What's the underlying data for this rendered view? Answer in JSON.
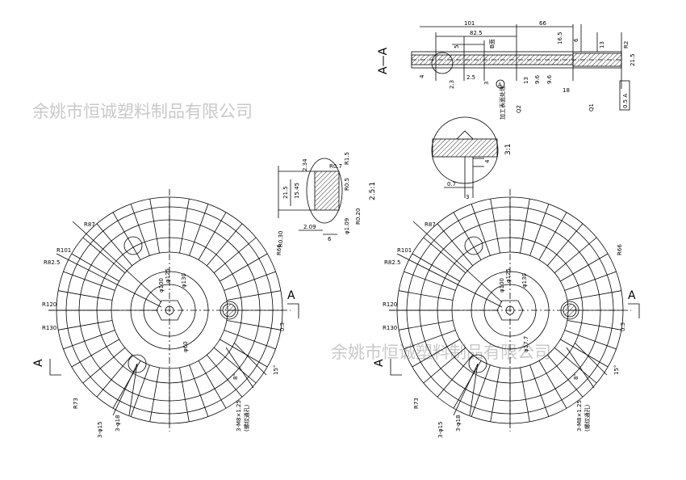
{
  "watermark": "余姚市恒诚塑料制品有限公司",
  "section": {
    "title": "A—A",
    "dims_top": [
      "101",
      "66",
      "82.5",
      "B面",
      "5",
      "16.5",
      "6",
      "13",
      "R2",
      "21.5"
    ],
    "dims_bottom": [
      "4",
      "2.3",
      "2.5",
      "3",
      "13",
      "9.6",
      "9.6",
      "18",
      "Q2",
      "Q1"
    ],
    "tolerance": "0.5 A",
    "datum_label": "A",
    "datum_note": "加工表面处理"
  },
  "detail_groove": {
    "scale": "3:1",
    "dims": [
      "4",
      "0.7",
      "3"
    ]
  },
  "detail_profile": {
    "scale": "2.5:1",
    "dims": [
      "R1.5",
      "R0.7",
      "2.34",
      "R0.5",
      "21.5",
      "15.45",
      "R0.20",
      "φ1.09",
      "R0.30",
      "2.09",
      "6"
    ]
  },
  "views": [
    {
      "radii": [
        "R87",
        "R101",
        "R82.5",
        "R120",
        "R130",
        "R66",
        "R73"
      ],
      "center_dims": [
        "φ125",
        "φ130",
        "φ100",
        "φ60"
      ],
      "callouts": [
        "0.3",
        "15°",
        "8°",
        "3-φ15",
        "3-φ18",
        "3-M8×1.25",
        "(螺纹通孔)"
      ],
      "section_marks": [
        "A",
        "A"
      ]
    },
    {
      "radii": [
        "R87",
        "R101",
        "R82.5",
        "R120",
        "R130",
        "R66",
        "R73"
      ],
      "center_dims": [
        "φ125",
        "φ130",
        "φ100",
        "φ17.7"
      ],
      "callouts": [
        "0.3",
        "15°",
        "8°",
        "3-φ15",
        "3-φ18",
        "3-M8×1.25",
        "(螺纹通孔)"
      ],
      "section_marks": [
        "A",
        "A"
      ]
    }
  ]
}
